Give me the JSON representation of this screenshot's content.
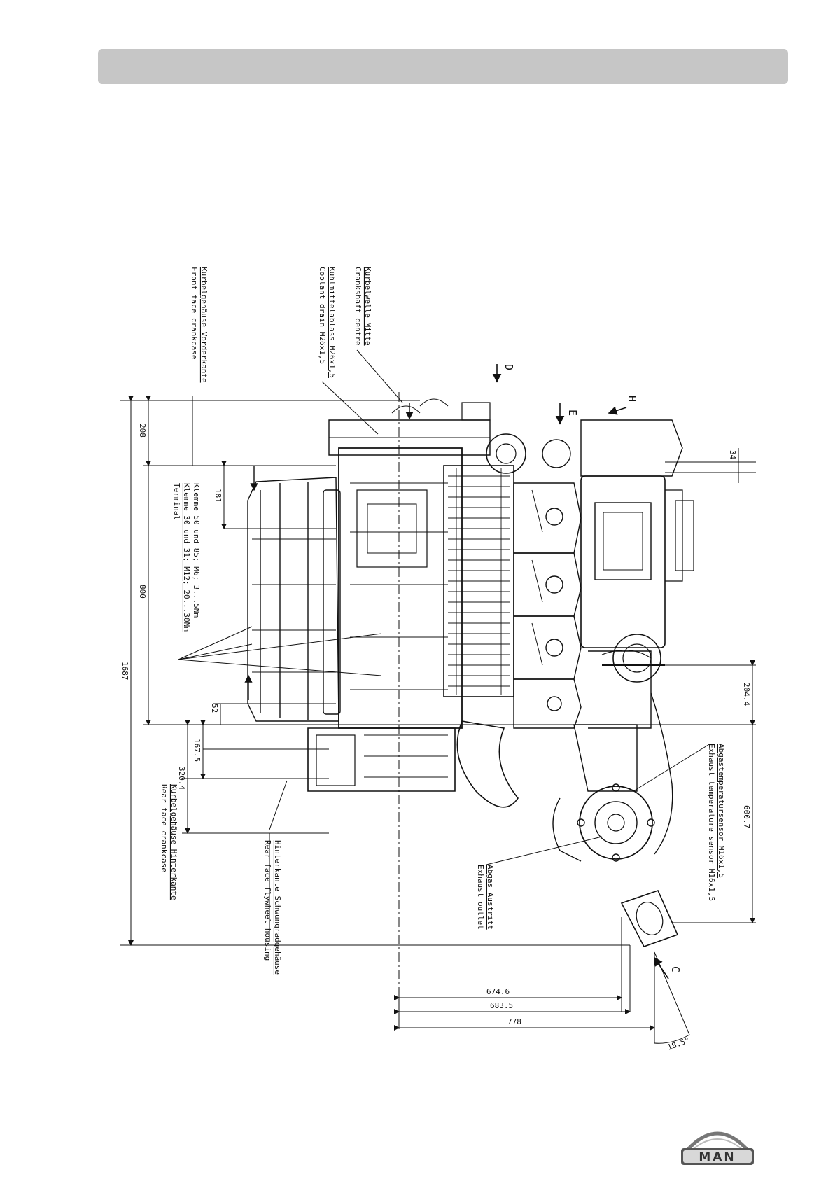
{
  "callouts": {
    "front_face": [
      "Kurbelgehäuse Vorderkante",
      "Front face crankcase"
    ],
    "crankshaft": [
      "Kurbelwelle Mitte",
      "Crankshaft centre"
    ],
    "coolant": [
      "Kühlmittelablass M26x1,5",
      "Coolant drain M26x1,5"
    ],
    "terminal": [
      "Klemme 50 und 85; M6; 3...5Nm",
      "Klemme 30 und 31; M12; 20...30Nm",
      "Terminal"
    ],
    "exhaust_temp": [
      "Abgastemperatursensor M16x1,5",
      "Exhaust temperature sensor M16x1,5"
    ],
    "exhaust_outlet": [
      "Abgas Austritt",
      "Exhaust outlet"
    ],
    "rear_crankcase": [
      "Kurbelgehäuse Hinterkante",
      "Rear face crankcase"
    ],
    "rear_flywheel": [
      "Hinterkante Schwungradgehäuse",
      "Rear face flywheel housing"
    ]
  },
  "view_arrows": {
    "d": "D",
    "h": "H",
    "e": "E",
    "c": "C"
  },
  "dimensions": {
    "d208": "208",
    "d800": "800",
    "d1687": "1687",
    "d181": "181",
    "d52": "52",
    "d167_5": "167.5",
    "d320_4": "320.4",
    "d34": "34",
    "d204_4": "204.4",
    "d600_7": "600.7",
    "d674_6": "674.6",
    "d683_5": "683.5",
    "d778": "778",
    "angle": "18.5°"
  },
  "logo": {
    "text": "MAN"
  },
  "colors": {
    "header": "#c6c6c6",
    "ink": "#111111"
  }
}
